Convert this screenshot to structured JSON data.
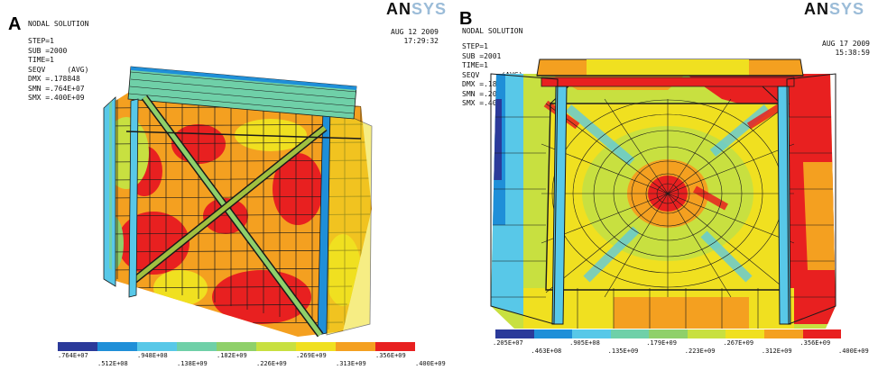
{
  "panel_a": {
    "label": "A",
    "title": "NODAL SOLUTION",
    "info_lines": [
      "STEP=1",
      "SUB =2000",
      "TIME=1",
      "SEQV     (AVG)",
      "DMX =.178848",
      "SMN =.764E+07",
      "SMX =.400E+09"
    ],
    "date": "AUG 12 2009",
    "time": "17:29:32",
    "logo_dark": "AN",
    "logo_light": "SYS",
    "colorbar_top_labels": [
      ".764E+07",
      ".948E+08",
      ".182E+09",
      ".269E+09",
      ".356E+09"
    ],
    "colorbar_bottom_labels": [
      ".512E+08",
      ".138E+09",
      ".226E+09",
      ".313E+09",
      ".400E+09"
    ]
  },
  "panel_b": {
    "label": "B",
    "title": "NODAL SOLUTION",
    "info_lines": [
      "STEP=1",
      "SUB =2001",
      "TIME=1",
      "SEQV     (AVG)",
      "DMX =.18672",
      "SMN =.205E+",
      "SMX =.400E+09"
    ],
    "date": "AUG 17 2009",
    "time": "15:38:59",
    "logo_dark": "AN",
    "logo_light": "SYS",
    "colorbar_top_labels": [
      ".205E+07",
      ".905E+08",
      ".179E+09",
      ".267E+09",
      ".356E+09"
    ],
    "colorbar_bottom_labels": [
      ".463E+08",
      ".135E+09",
      ".223E+09",
      ".312E+09",
      ".400E+09"
    ]
  },
  "colormap": [
    "#2b3a9a",
    "#1f8fd8",
    "#58c8e8",
    "#6fd0a8",
    "#8fd06a",
    "#c8e040",
    "#f0e020",
    "#f4a020",
    "#e82020"
  ],
  "colors": {
    "mesh_line": "#1a1a1a",
    "logo_light": "#9bbcd8"
  }
}
